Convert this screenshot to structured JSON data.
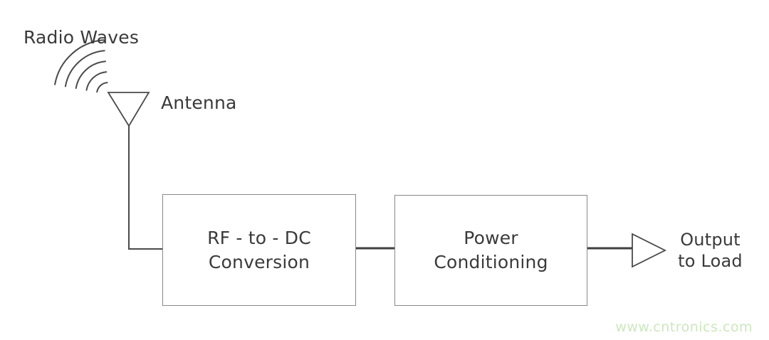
{
  "diagram": {
    "radio_waves_label": "Radio Waves",
    "antenna_label": "Antenna",
    "blocks": [
      {
        "name": "rf-to-dc-conversion",
        "line1": "RF - to - DC",
        "line2": "Conversion"
      },
      {
        "name": "power-conditioning",
        "line1": "Power",
        "line2": "Conditioning"
      }
    ],
    "output": {
      "line1": "Output",
      "line2": "to Load"
    },
    "watermark": "www.cntronics.com",
    "colors": {
      "background": "#ffffff",
      "line": "#4a4a4a",
      "connector": "#3f3f3f",
      "box_border": "#888888",
      "text": "#3a3a3a",
      "watermark": "#cbe8bd"
    }
  }
}
